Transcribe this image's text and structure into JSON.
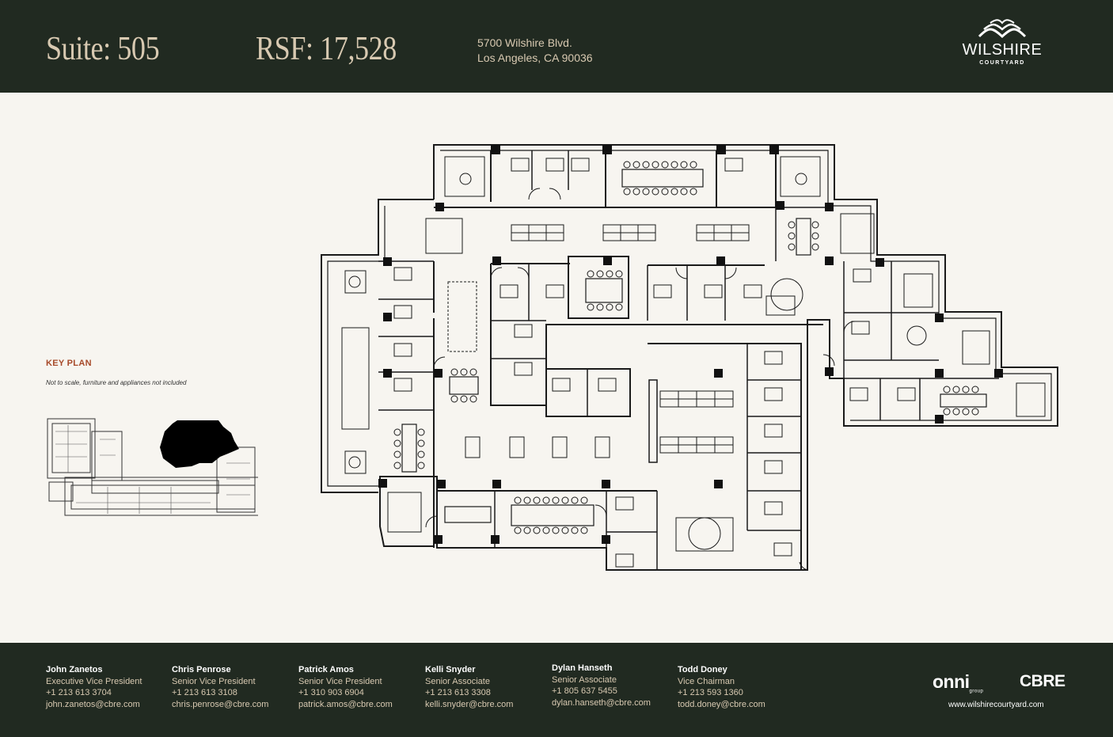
{
  "header": {
    "suite": "Suite: 505",
    "rsf": "RSF: 17,528",
    "address_line1": "5700 Wilshire Blvd.",
    "address_line2": "Los Angeles, CA 90036",
    "brand_name": "WILSHIRE",
    "brand_sub": "COURTYARD"
  },
  "key_plan": {
    "title": "KEY PLAN",
    "note": "Not to scale, furniture and appliances not included"
  },
  "contacts": [
    {
      "name": "John Zanetos",
      "title": "Executive Vice President",
      "phone": "+1 213 613 3704",
      "email": "john.zanetos@cbre.com"
    },
    {
      "name": "Chris Penrose",
      "title": "Senior Vice President",
      "phone": "+1 213 613 3108",
      "email": "chris.penrose@cbre.com"
    },
    {
      "name": "Patrick Amos",
      "title": "Senior Vice President",
      "phone": "+1 310 903 6904",
      "email": "patrick.amos@cbre.com"
    },
    {
      "name": "Kelli Snyder",
      "title": "Senior Associate",
      "phone": "+1 213 613 3308",
      "email": "kelli.snyder@cbre.com"
    },
    {
      "name": "Dylan Hanseth",
      "title": "Senior Associate",
      "phone": "+1 805 637 5455",
      "email": "dylan.hanseth@cbre.com"
    },
    {
      "name": "Todd Doney",
      "title": "Vice Chairman",
      "phone": "+1 213 593 1360",
      "email": "todd.doney@cbre.com"
    }
  ],
  "logos": {
    "onni": "onni",
    "onni_sub": "group",
    "cbre": "CBRE",
    "website": "www.wilshirecourtyard.com"
  },
  "colors": {
    "header_bg": "#212a21",
    "accent_text": "#d8c9b1",
    "key_plan_title": "#a74a2a",
    "page_bg": "#f7f5f0"
  }
}
